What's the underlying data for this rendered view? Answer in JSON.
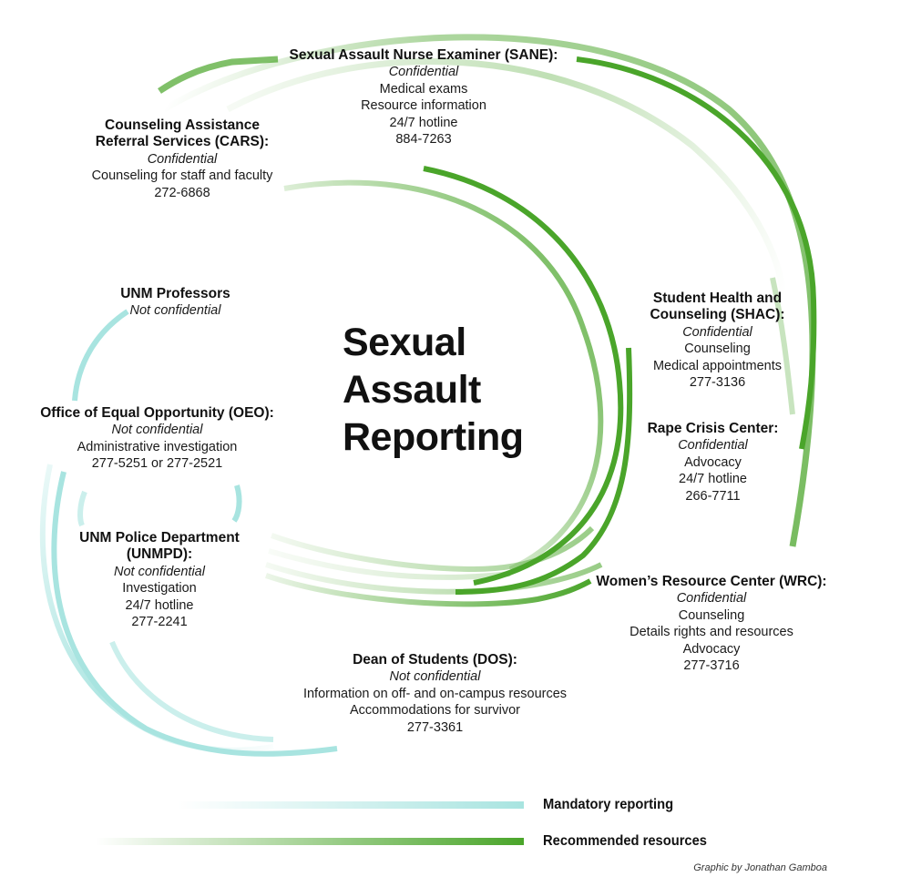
{
  "title": "Sexual Assault Reporting",
  "title_lines": [
    "Sexual",
    "Assault",
    "Reporting"
  ],
  "colors": {
    "mandatory": "#a8e4e0",
    "recommended": "#4aa52a"
  },
  "nodes": {
    "sane": {
      "title_lines": [
        "Sexual Assault Nurse Examiner (SANE):"
      ],
      "confidentiality": "Confidential",
      "details": [
        "Medical exams",
        "Resource information",
        "24/7 hotline",
        "884-7263"
      ]
    },
    "cars": {
      "title_lines": [
        "Counseling Assistance",
        "Referral Services (CARS):"
      ],
      "confidentiality": "Confidential",
      "details": [
        "Counseling for staff and faculty",
        "272-6868"
      ]
    },
    "professors": {
      "title_lines": [
        "UNM Professors"
      ],
      "confidentiality": "Not confidential",
      "details": []
    },
    "oeo": {
      "title_lines": [
        "Office of Equal Opportunity (OEO):"
      ],
      "confidentiality": "Not confidential",
      "details": [
        "Administrative investigation",
        "277-5251 or 277-2521"
      ]
    },
    "unmpd": {
      "title_lines": [
        "UNM Police Department",
        "(UNMPD):"
      ],
      "confidentiality": "Not confidential",
      "details": [
        "Investigation",
        "24/7 hotline",
        "277-2241"
      ]
    },
    "shac": {
      "title_lines": [
        "Student Health and",
        "Counseling (SHAC):"
      ],
      "confidentiality": "Confidential",
      "details": [
        "Counseling",
        "Medical appointments",
        "277-3136"
      ]
    },
    "rcc": {
      "title_lines": [
        "Rape Crisis Center:"
      ],
      "confidentiality": "Confidential",
      "details": [
        "Advocacy",
        "24/7 hotline",
        "266-7711"
      ]
    },
    "wrc": {
      "title_lines": [
        "Women’s Resource Center (WRC):"
      ],
      "confidentiality": "Confidential",
      "details": [
        "Counseling",
        "Details rights and resources",
        "Advocacy",
        "277-3716"
      ]
    },
    "dos": {
      "title_lines": [
        "Dean of Students (DOS):"
      ],
      "confidentiality": "Not confidential",
      "details": [
        "Information on off- and on-campus resources",
        "Accommodations for survivor",
        "277-3361"
      ]
    }
  },
  "legend": {
    "mandatory_label": "Mandatory reporting",
    "recommended_label": "Recommended resources"
  },
  "credit": "Graphic by Jonathan Gamboa"
}
